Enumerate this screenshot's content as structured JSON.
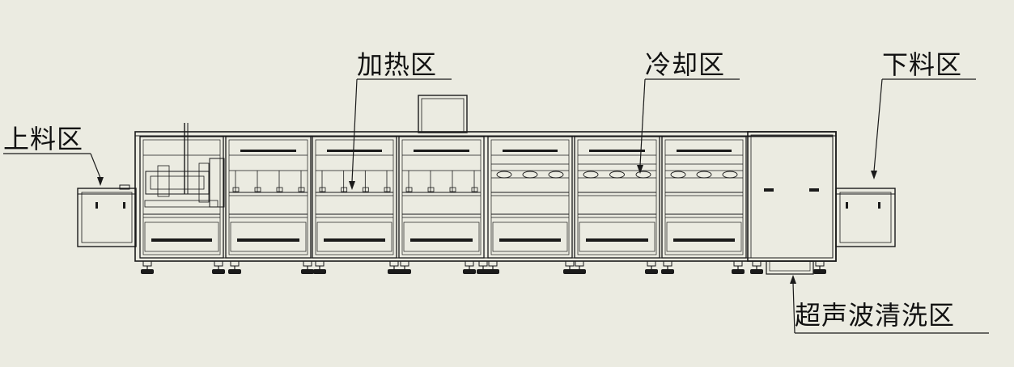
{
  "labels": {
    "loading": "上料区",
    "heating": "加热区",
    "cooling": "冷却区",
    "unloading": "下料区",
    "ultrasonic": "超声波清洗区"
  },
  "colors": {
    "background": "#ebebe1",
    "line": "#1a1a1a"
  }
}
